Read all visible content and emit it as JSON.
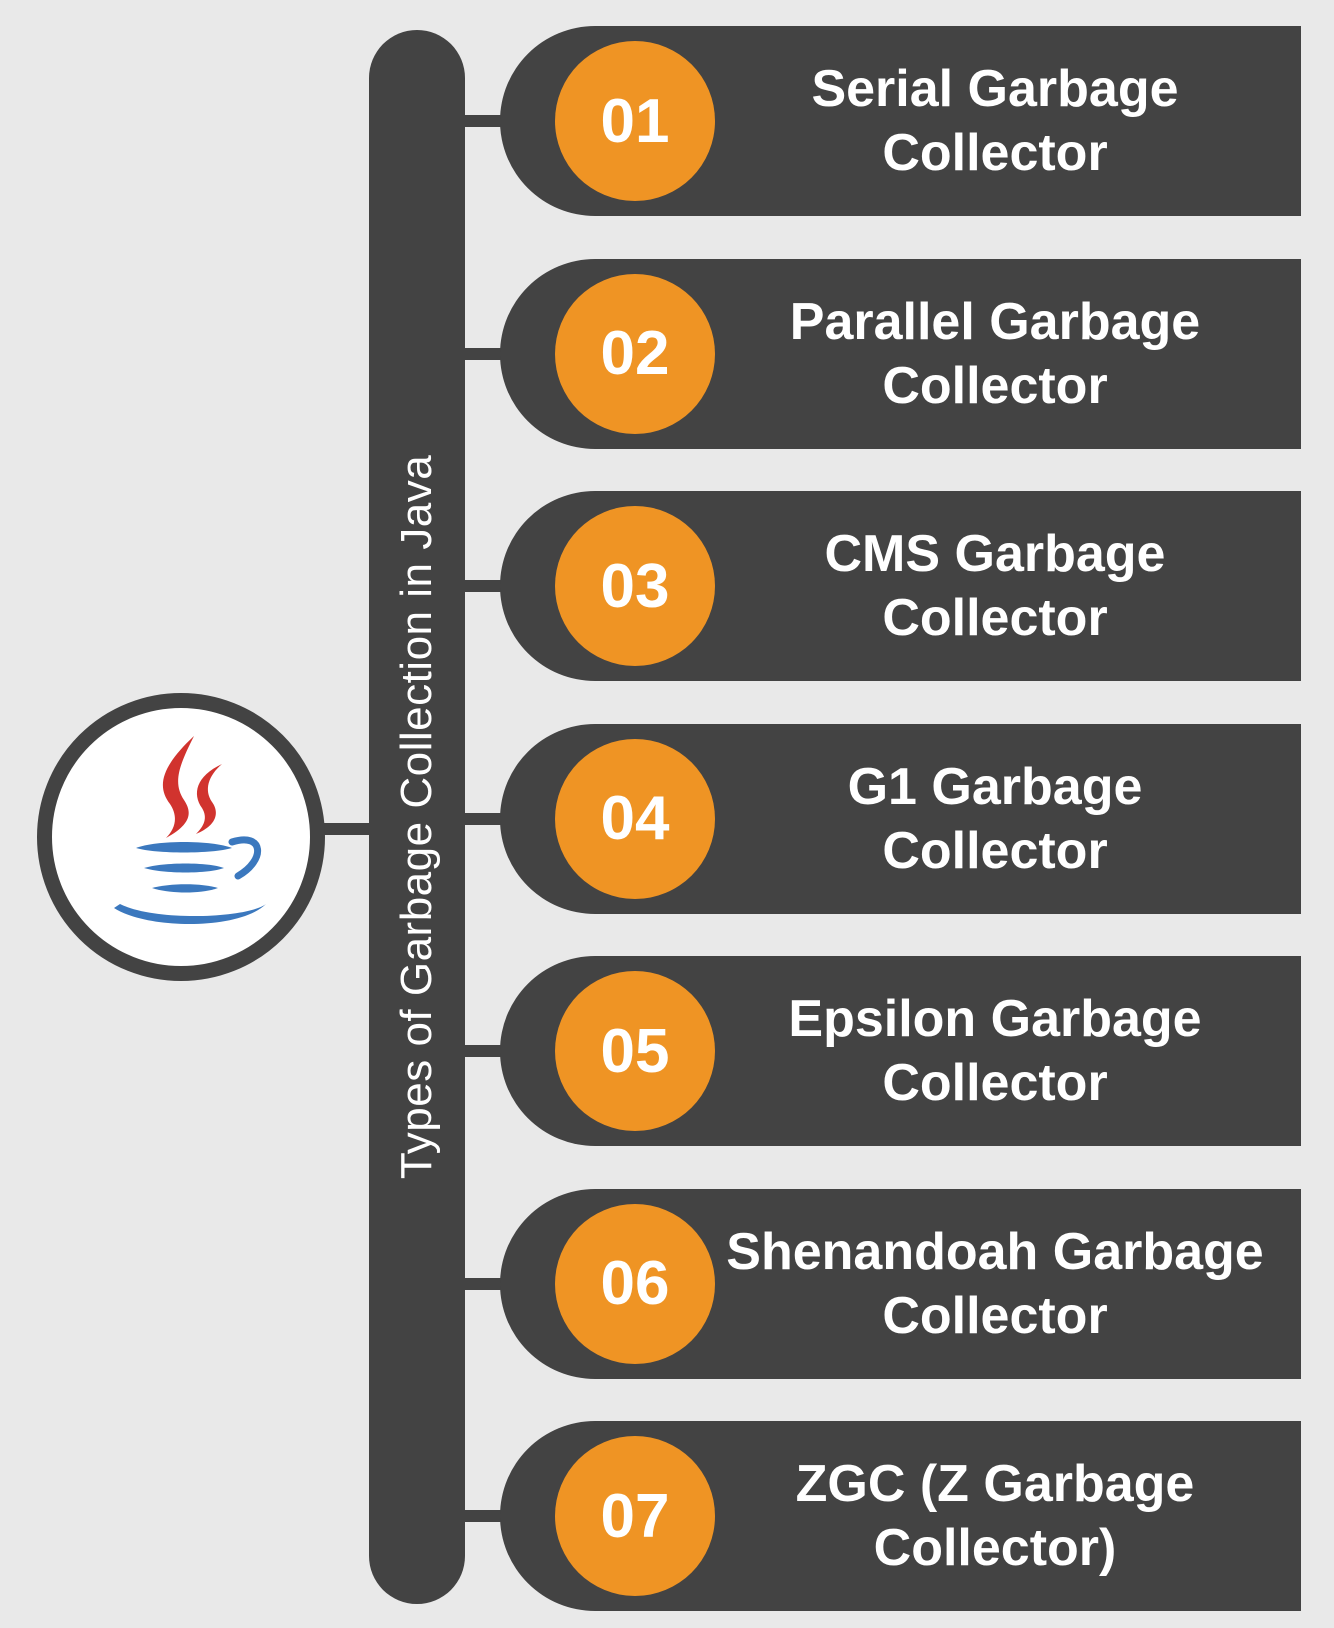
{
  "diagram": {
    "title": "Types of Garbage Collection in Java",
    "logo_icon": "java-coffee-cup-icon",
    "colors": {
      "background": "#e9e9e9",
      "dark": "#434343",
      "accent": "#ef9424",
      "text": "#ffffff",
      "logo_red": "#d1332e",
      "logo_blue": "#3b78be"
    },
    "items": [
      {
        "number": "01",
        "line1": "Serial Garbage",
        "line2": "Collector"
      },
      {
        "number": "02",
        "line1": "Parallel Garbage",
        "line2": "Collector"
      },
      {
        "number": "03",
        "line1": "CMS Garbage",
        "line2": "Collector"
      },
      {
        "number": "04",
        "line1": "G1 Garbage",
        "line2": "Collector"
      },
      {
        "number": "05",
        "line1": "Epsilon Garbage",
        "line2": "Collector"
      },
      {
        "number": "06",
        "line1": "Shenandoah Garbage",
        "line2": "Collector"
      },
      {
        "number": "07",
        "line1": "ZGC (Z Garbage",
        "line2": "Collector)"
      }
    ]
  }
}
